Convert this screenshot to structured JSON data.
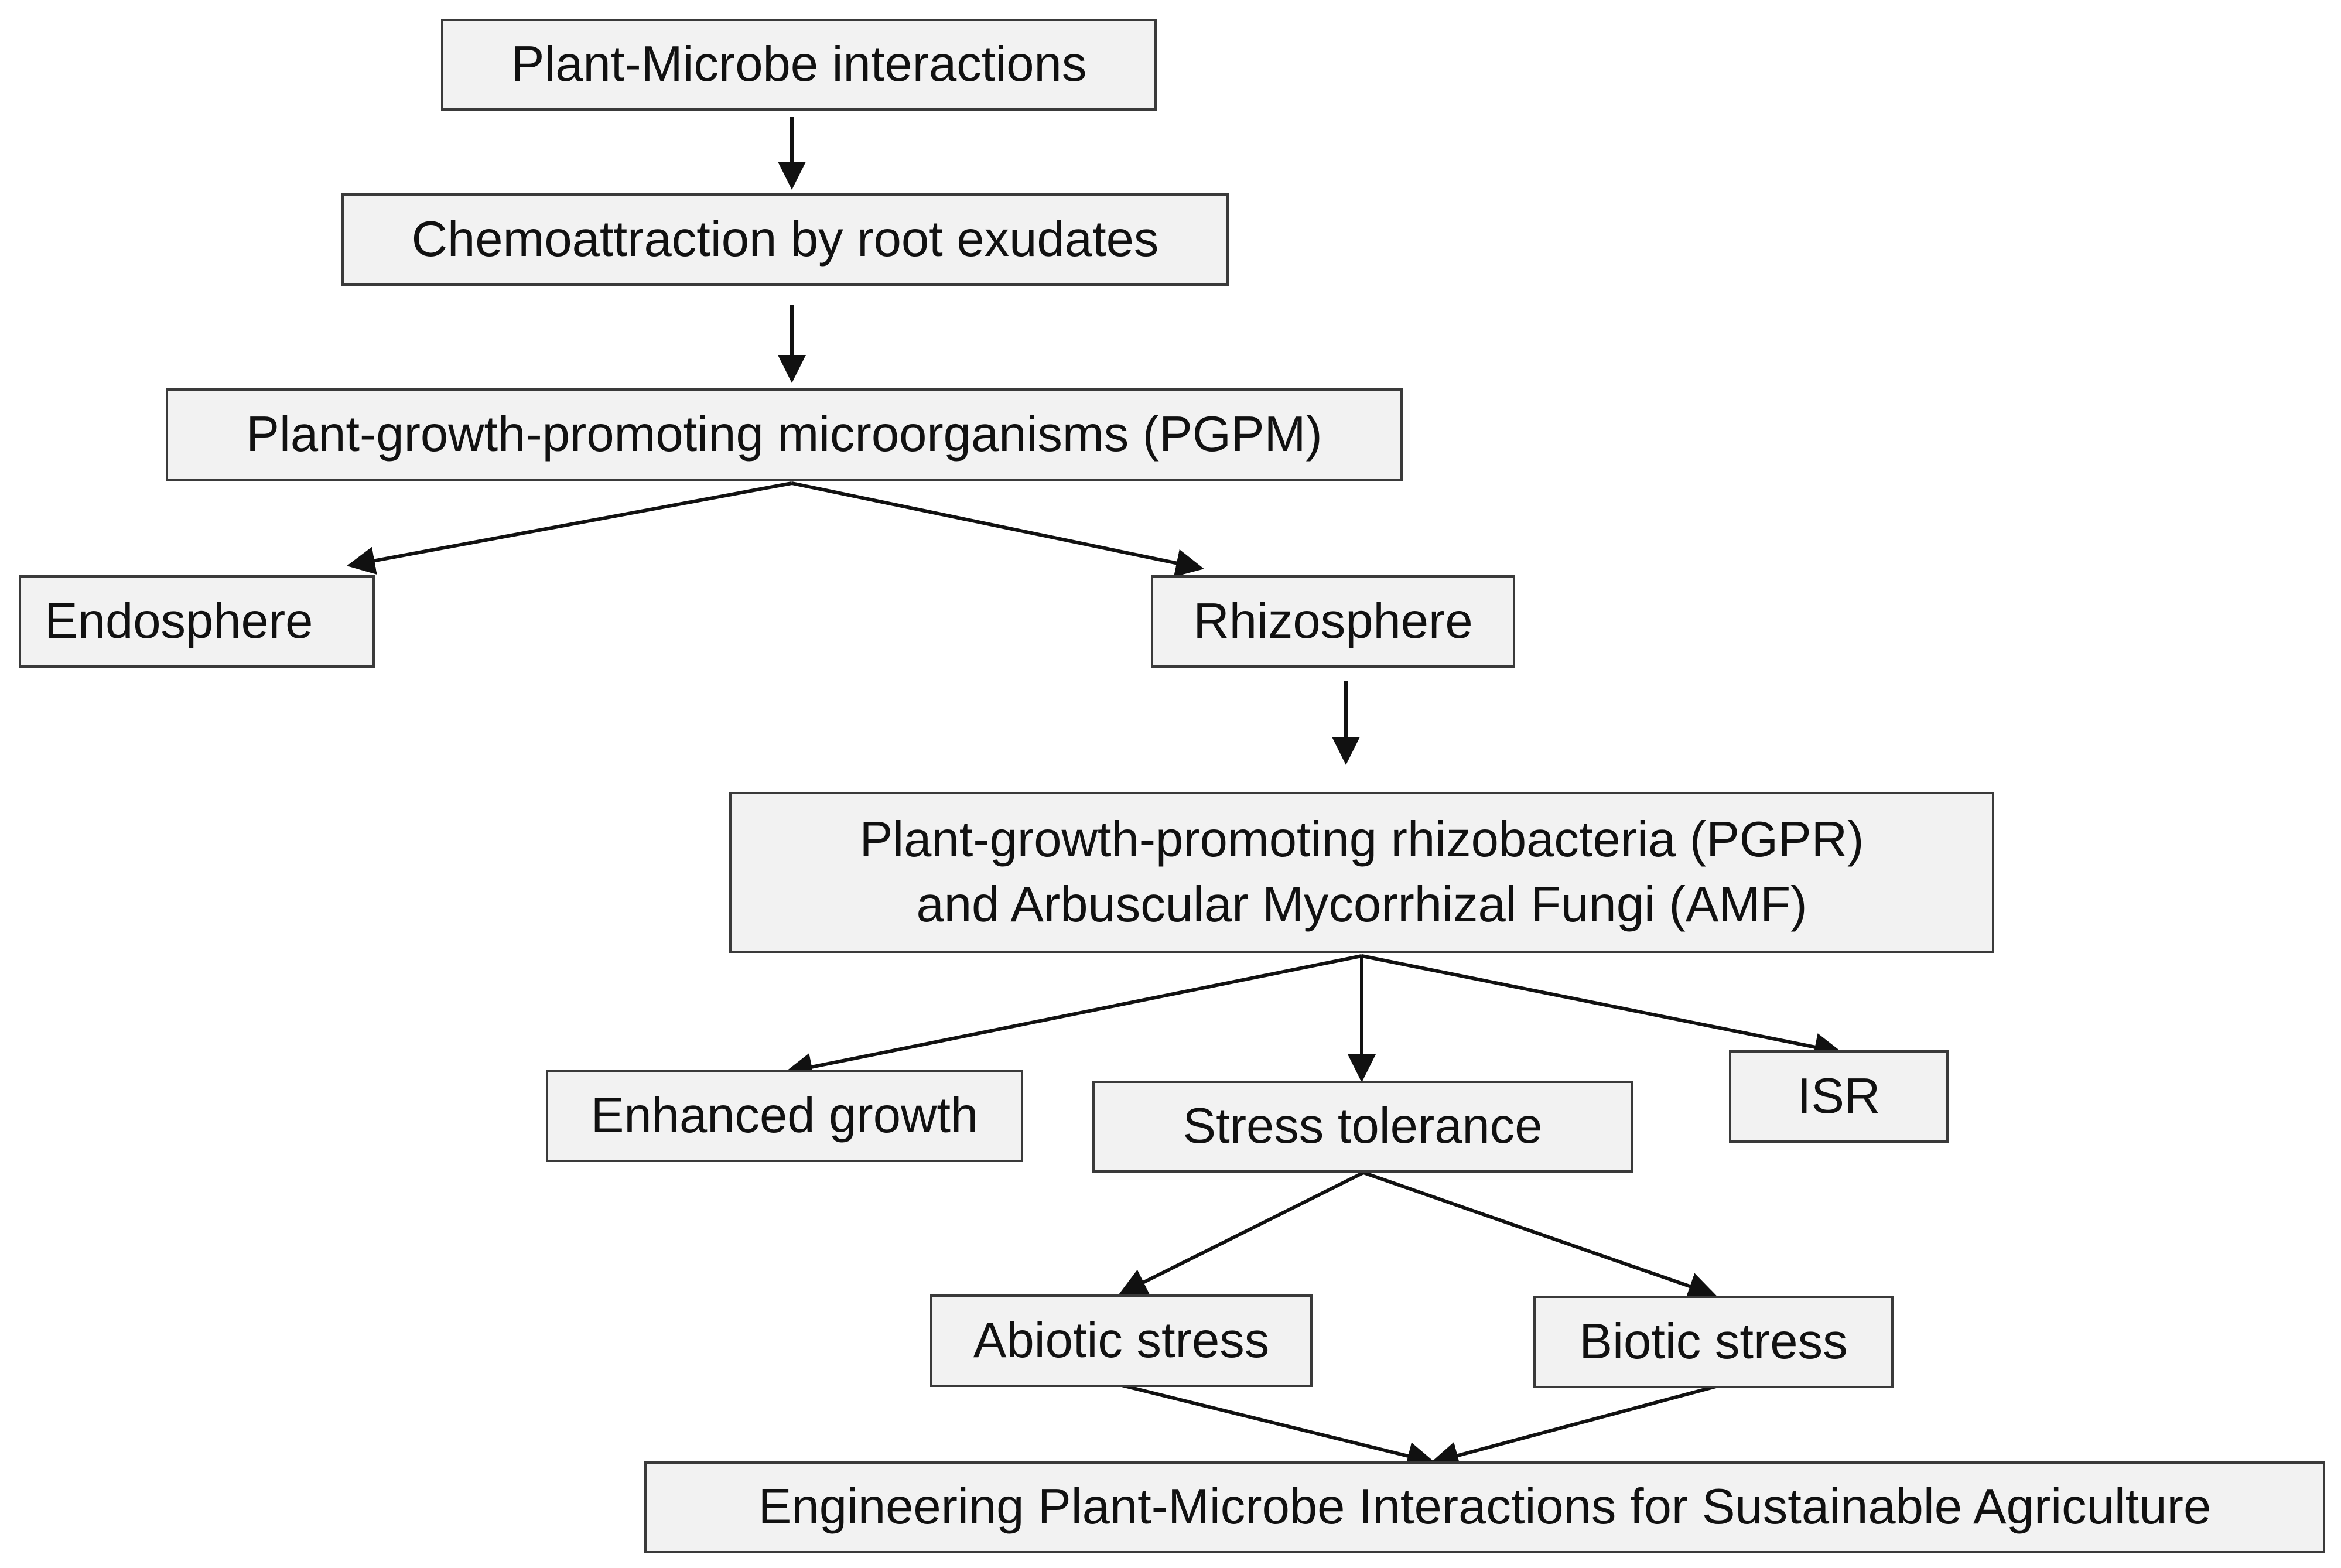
{
  "nodes": {
    "plant_microbe": "Plant-Microbe interactions",
    "chemoattraction": "Chemoattraction by root exudates",
    "pgpm": "Plant-growth-promoting microorganisms (PGPM)",
    "endosphere": "Endosphere",
    "rhizosphere": "Rhizosphere",
    "pgpr_line1": "Plant-growth-promoting rhizobacteria (PGPR)",
    "pgpr_line2": "and Arbuscular Mycorrhizal Fungi (AMF)",
    "enhanced_growth": "Enhanced growth",
    "stress_tolerance": "Stress tolerance",
    "isr": "ISR",
    "abiotic_stress": "Abiotic stress",
    "biotic_stress": "Biotic stress",
    "engineering": "Engineering Plant-Microbe Interactions for Sustainable Agriculture"
  },
  "colors": {
    "box_fill": "#f2f2f2",
    "box_border": "#3a3a3a",
    "arrow": "#111111",
    "text": "#111111"
  }
}
